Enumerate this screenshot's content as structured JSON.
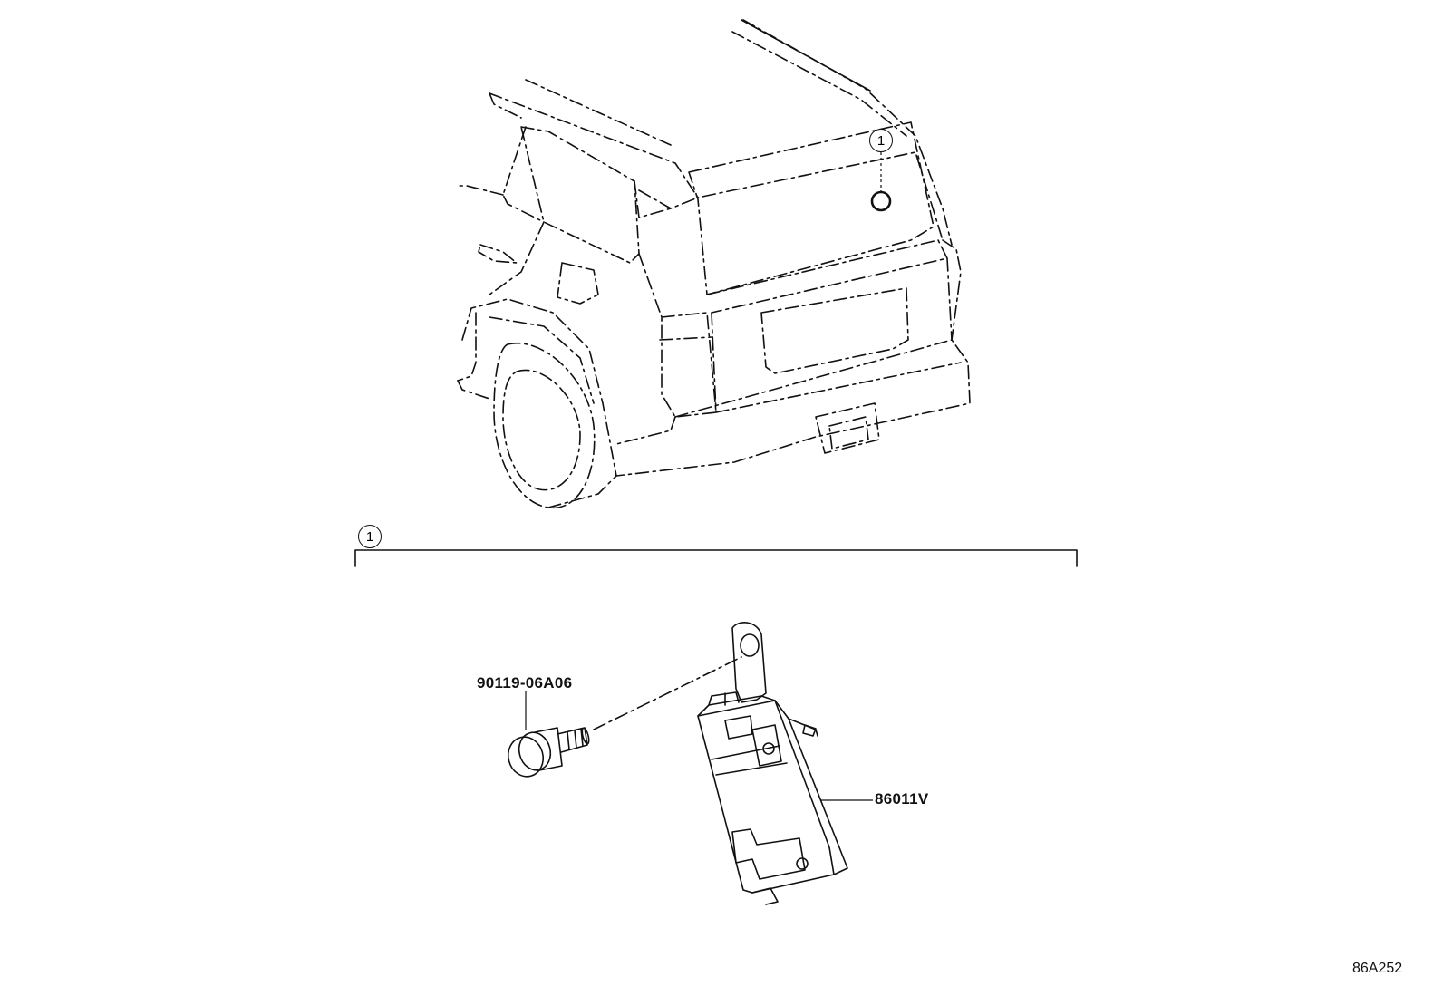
{
  "diagram": {
    "vehicle_callout": "1",
    "group_callout": "1",
    "parts": {
      "bolt": {
        "part_number": "90119-06A06"
      },
      "module": {
        "part_number": "86011V"
      }
    },
    "diagram_code": "86A252"
  }
}
